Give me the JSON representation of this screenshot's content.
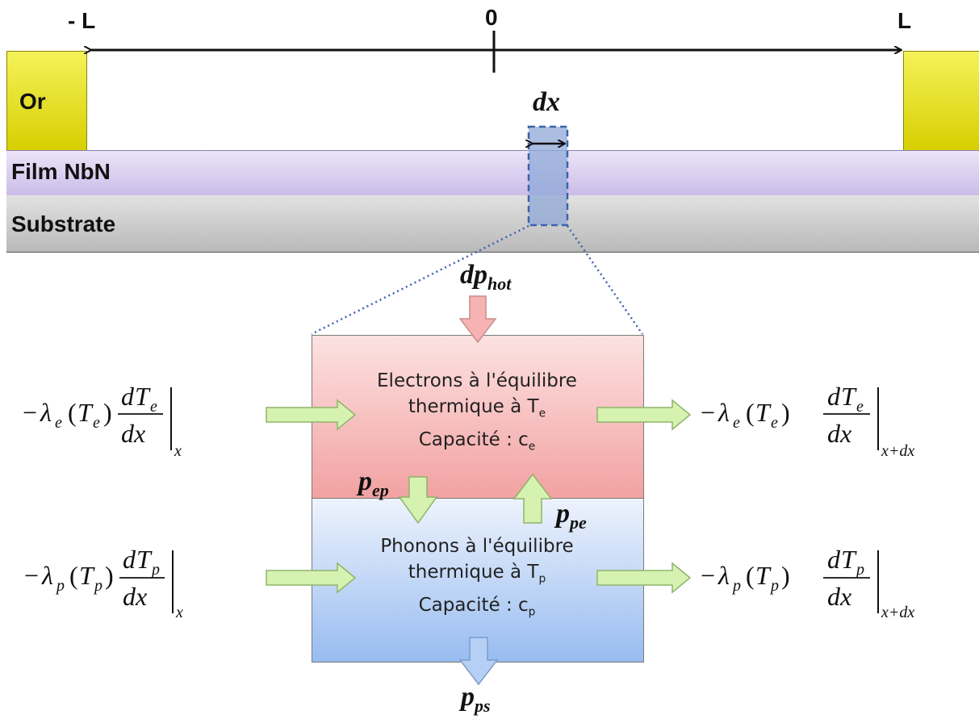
{
  "axis": {
    "left_label": "- L",
    "center_label": "0",
    "right_label": "L"
  },
  "layers": {
    "gold": "Or",
    "film": "Film NbN",
    "substrate": "Substrate"
  },
  "element": {
    "dx_label": "dx"
  },
  "flows": {
    "dp_hot": {
      "base": "dp",
      "sub": "hot"
    },
    "p_ep": {
      "base": "p",
      "sub": "ep"
    },
    "p_pe": {
      "base": "p",
      "sub": "pe"
    },
    "p_ps": {
      "base": "p",
      "sub": "ps"
    }
  },
  "electron_box": {
    "line1": "Electrons à l'équilibre",
    "line2": "thermique à T",
    "line2_sub": "e",
    "line3": "Capacité : c",
    "line3_sub": "e"
  },
  "phonon_box": {
    "line1": "Phonons à l'équilibre",
    "line2": "thermique à T",
    "line2_sub": "p",
    "line3": "Capacité : c",
    "line3_sub": "p"
  },
  "equations": {
    "lambda": "λ",
    "minus": "−",
    "T": "T",
    "d": "d",
    "dx": "dx",
    "e": "e",
    "p": "p",
    "eval_x": "x",
    "eval_x_dx": "x+dx"
  },
  "colors": {
    "gold": "#e8e400",
    "film": "#d9cff0",
    "substrate": "#c8c8c8",
    "electron_top": "#fbd3d3",
    "electron_bottom": "#f39a9a",
    "phonon_top": "#e3ecfb",
    "phonon_bottom": "#9cc0f2",
    "green_arrow": "#d6f2b0",
    "dx_box": "#8fa8d8"
  }
}
